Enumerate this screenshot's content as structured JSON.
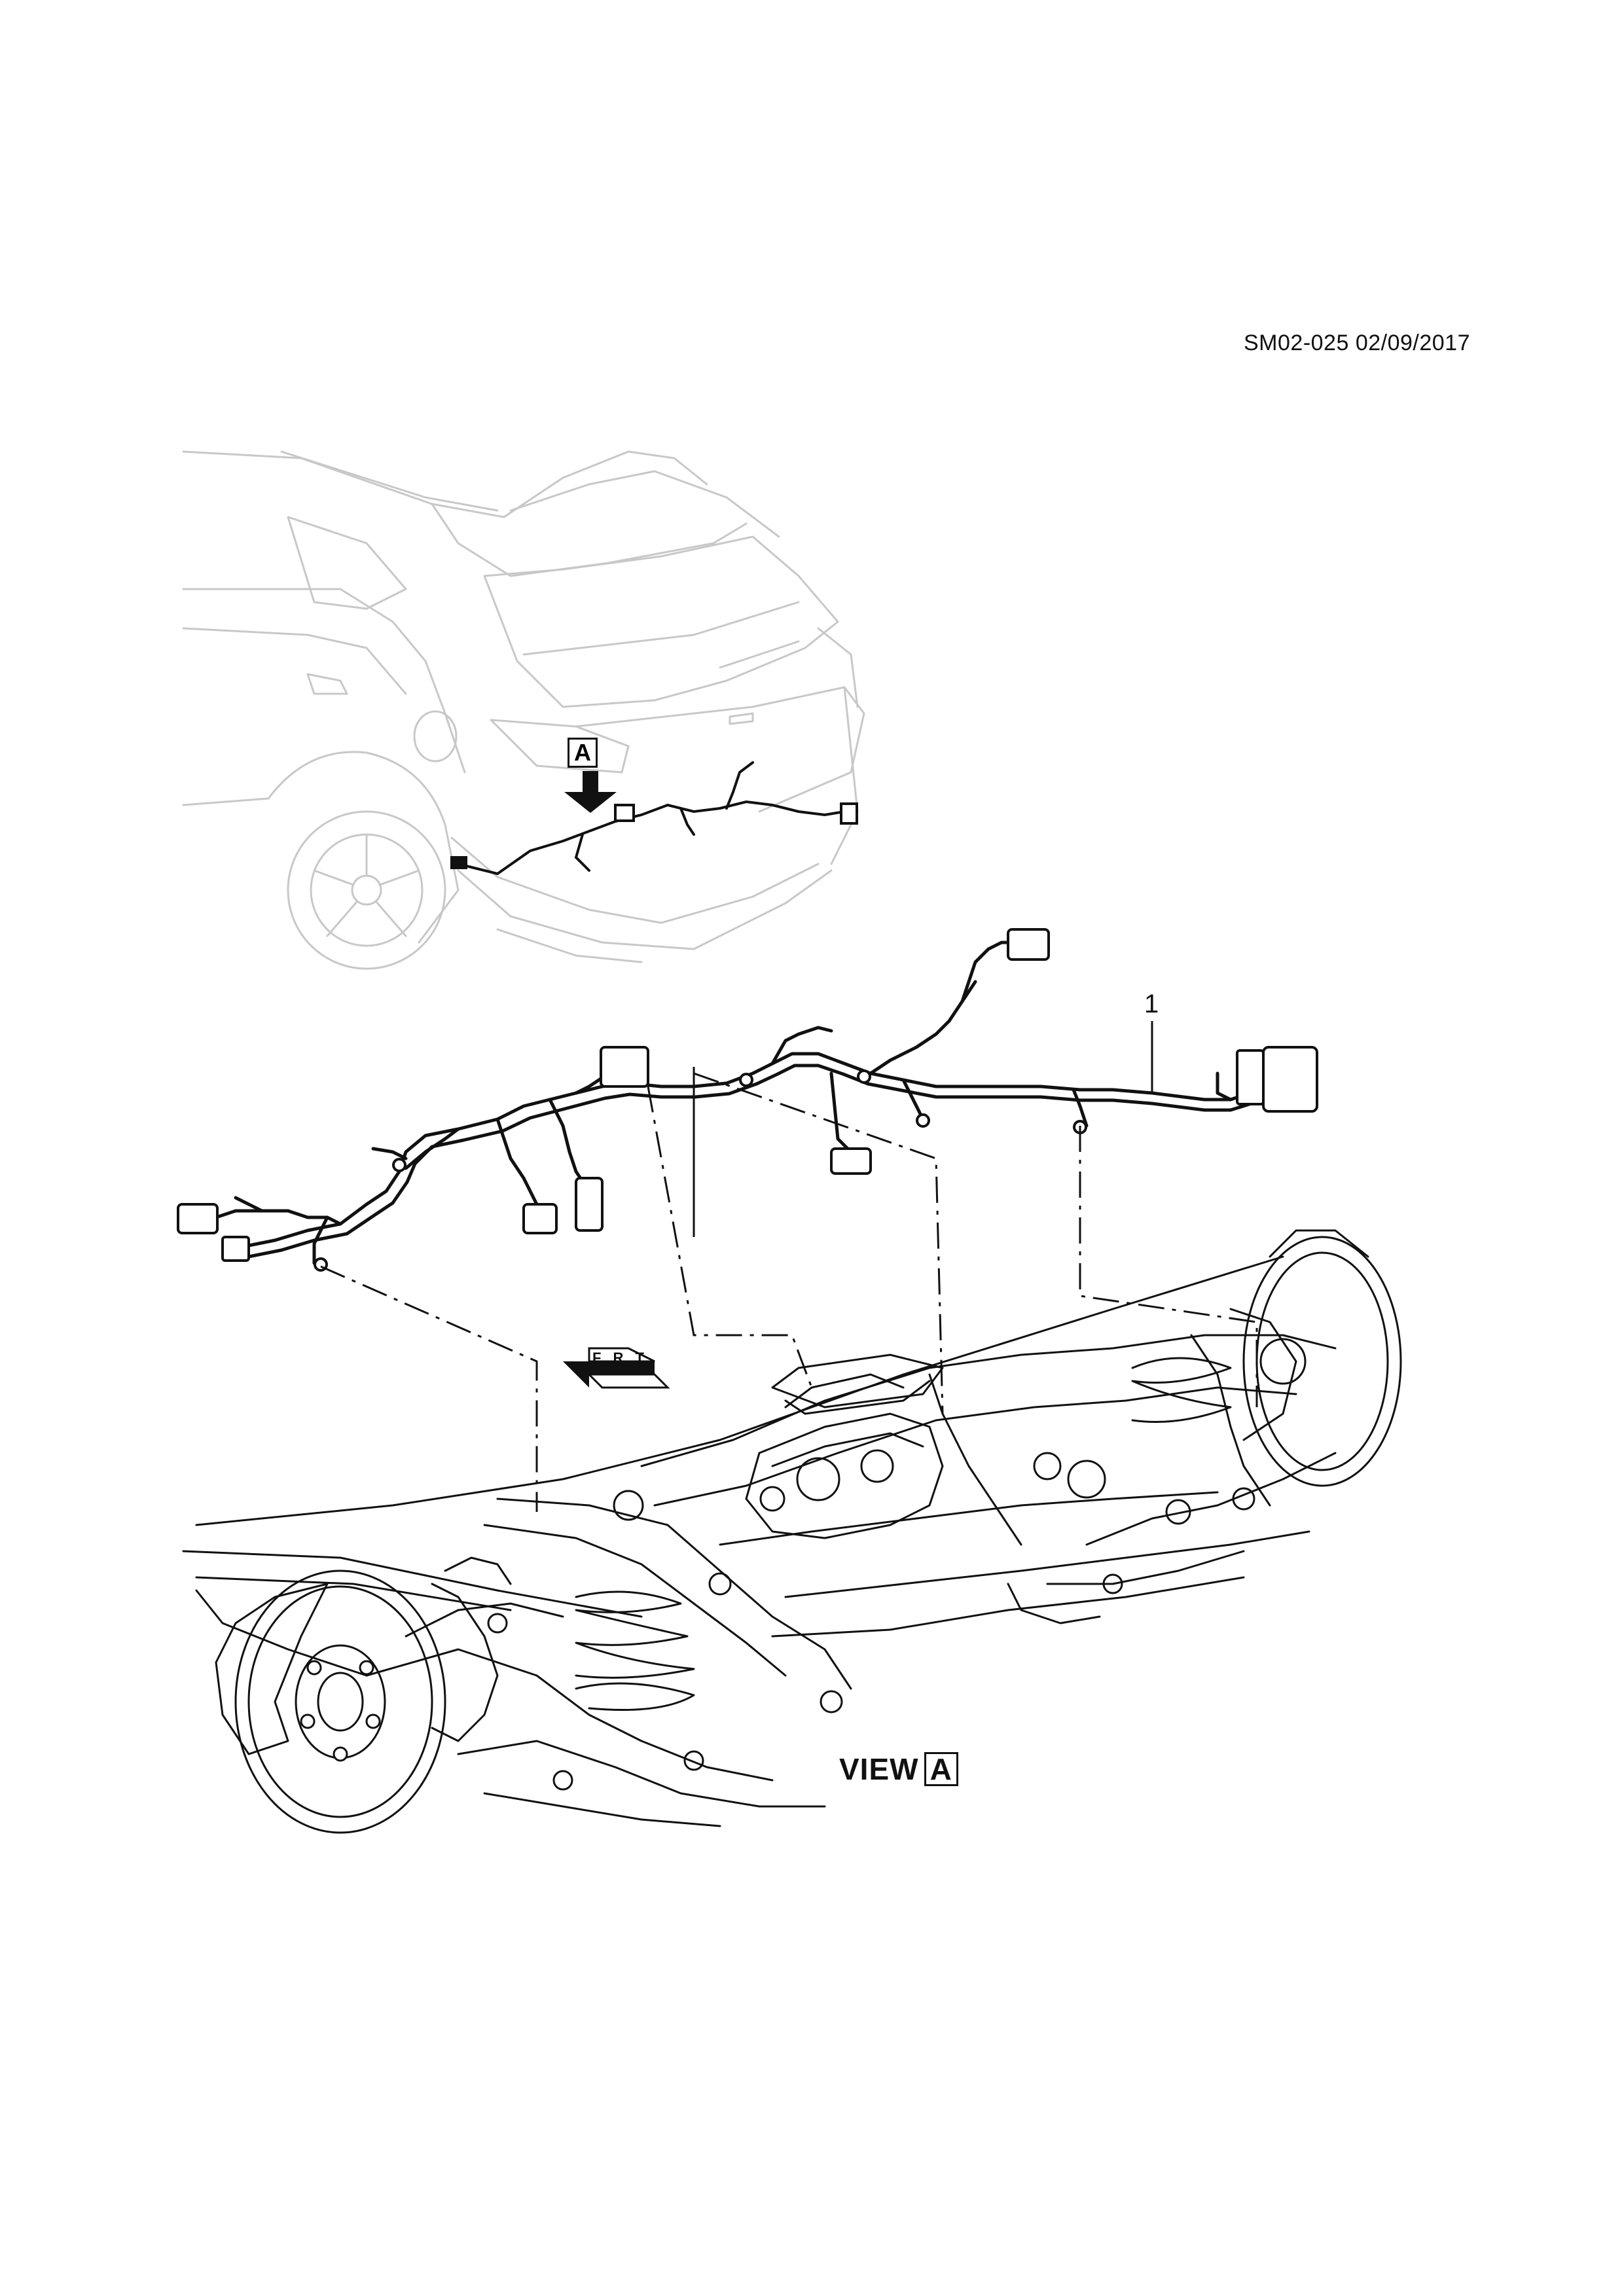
{
  "header": {
    "reference": "SM02-025 02/09/2017"
  },
  "callouts": [
    {
      "number": "1"
    }
  ],
  "view_marker": {
    "letter": "A"
  },
  "view_caption": {
    "word": "VIEW",
    "letter": "A"
  },
  "direction_marker": {
    "letters": "F R T"
  },
  "colors": {
    "ink": "#111111",
    "ghost": "#c8c8c8"
  }
}
